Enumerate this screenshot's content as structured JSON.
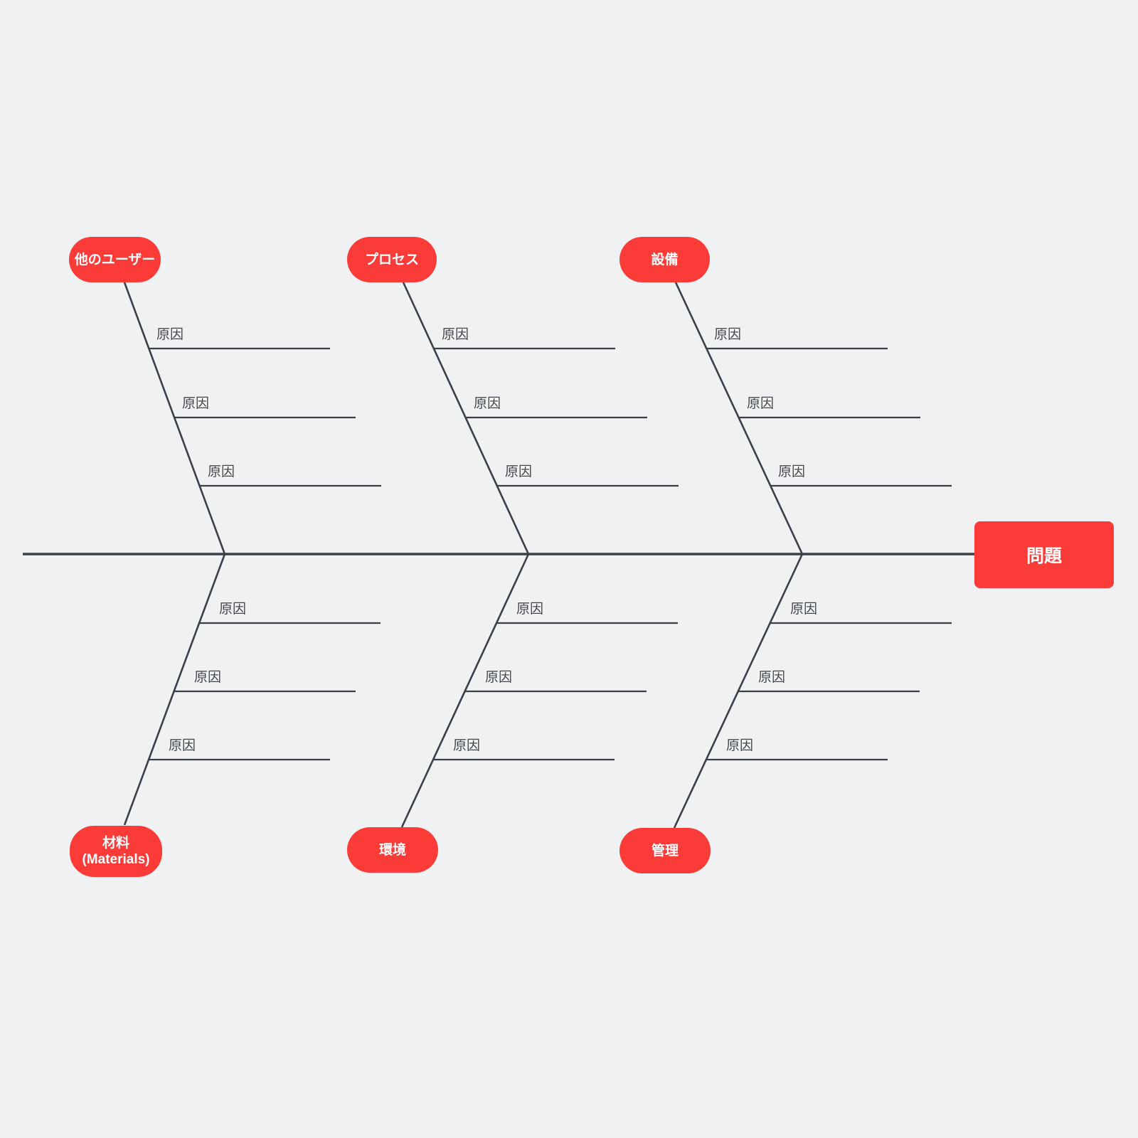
{
  "diagram": {
    "type": "fishbone",
    "problem": {
      "label": "問題"
    },
    "branch_groups": [
      {
        "category": "他のユーザー",
        "causes": [
          "原因",
          "原因",
          "原因"
        ]
      },
      {
        "category": "プロセス",
        "causes": [
          "原因",
          "原因",
          "原因"
        ]
      },
      {
        "category": "設備",
        "causes": [
          "原因",
          "原因",
          "原因"
        ]
      },
      {
        "category": "材料",
        "category_sub": "(Materials)",
        "causes": [
          "原因",
          "原因",
          "原因"
        ]
      },
      {
        "category": "環境",
        "causes": [
          "原因",
          "原因",
          "原因"
        ]
      },
      {
        "category": "管理",
        "causes": [
          "原因",
          "原因",
          "原因"
        ]
      }
    ],
    "colors": {
      "node_fill": "#fa3b38",
      "node_text": "#ffffff",
      "line": "#39404a",
      "label_text": "#3f444c",
      "background": "#f0f1f2"
    }
  }
}
